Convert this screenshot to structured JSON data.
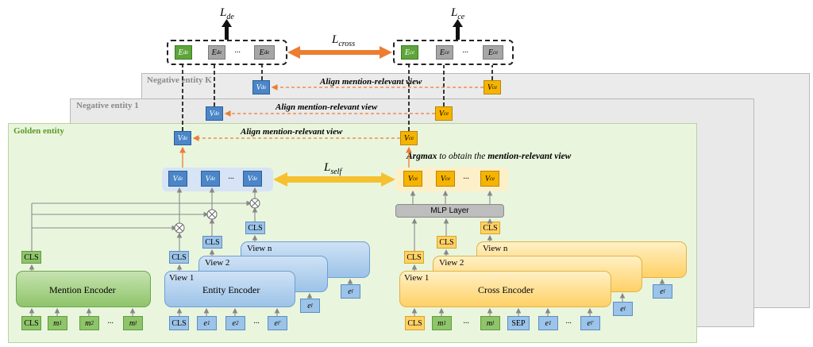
{
  "losses": {
    "de": "L_de",
    "ce": "L_ce",
    "cross": "L_cross",
    "self": "L_self"
  },
  "panels": {
    "negative_k": "Negative entity K",
    "negative_1": "Negative entity 1",
    "golden": "Golden entity"
  },
  "annotations": {
    "align": "Align mention-relevant view",
    "argmax_prefix": "Argmax",
    "argmax_middle": " to obtain the ",
    "argmax_emph": "mention-relevant view"
  },
  "encoders": {
    "mention": "Mention Encoder",
    "entity": "Entity Encoder",
    "cross": "Cross Encoder",
    "mlp": "MLP Layer",
    "view1": "View 1",
    "view2": "View 2",
    "viewn": "View n"
  },
  "tokens": {
    "cls": "CLS",
    "sep": "SEP",
    "dots": "···",
    "mention_inputs": [
      "CLS",
      "m_1",
      "m_2",
      "···",
      "m_l"
    ],
    "entity_inputs": [
      "CLS",
      "e_1^1",
      "e_2^1",
      "···",
      "e_l'^1"
    ],
    "cross_inputs": [
      "CLS",
      "m_1",
      "···",
      "m_l",
      "SEP",
      "e_1^1",
      "···",
      "e_l'^1"
    ],
    "view_side_b": [
      "e_l^2",
      "e_l^n"
    ],
    "view_side_y": [
      "e_l^2",
      "e_l^n"
    ]
  },
  "embeddings": {
    "de": [
      "E_de^+",
      "E_de^1",
      "···",
      "E_de^K"
    ],
    "ce": [
      "E_ce^+",
      "E_ce^1",
      "···",
      "E_ce^K"
    ]
  },
  "views": {
    "de_row": [
      "V_de^1",
      "V_de^2",
      "···",
      "V_de^n"
    ],
    "ce_row": [
      "V_ce^1",
      "V_ce^2",
      "···",
      "V_ce^n"
    ],
    "de_selected": [
      "V_de^i+",
      "V_de^i1",
      "V_de^iK"
    ],
    "ce_selected": [
      "V_ce^i+",
      "V_ce^i1",
      "V_ce^iK"
    ]
  },
  "colors": {
    "golden_panel": "#eaf5de",
    "negative_panel": "#e9e9e9",
    "golden_title": "#5a9a2a",
    "negative_title": "#8a8a8a",
    "orange_arrow": "#ed7d31",
    "yellow_arrow": "#f6c12f"
  }
}
